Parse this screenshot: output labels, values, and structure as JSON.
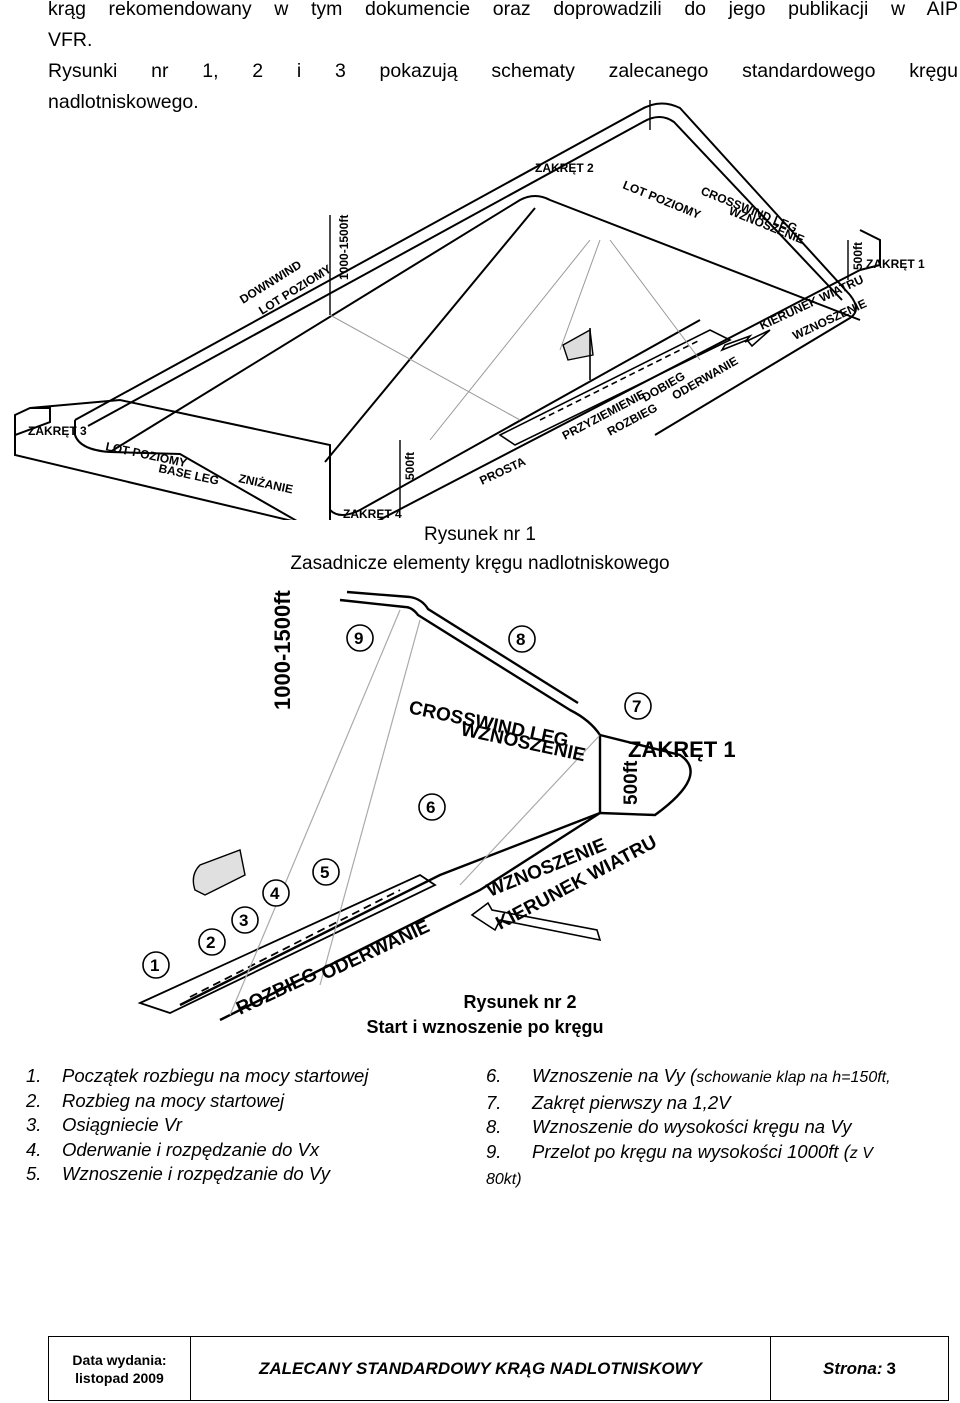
{
  "intro": {
    "line1": "krąg rekomendowany w tym dokumencie oraz doprowadzili do jego publikacji w AIP",
    "line2": "VFR.",
    "line3": "Rysunki nr 1, 2 i 3 pokazują schematy zalecanego standardowego kręgu",
    "line4": "nadlotniskowego."
  },
  "figure1": {
    "labels": {
      "zakret2": "ZAKRĘT 2",
      "lot_poziomy_top": "LOT POZIOMY",
      "crosswind_leg": "CROSSWIND LEG",
      "wznoszenie_top": "WZNOSZENIE",
      "alt_500_right": "500ft",
      "zakret1": "ZAKRĘT 1",
      "kierunek_wiatru": "KIERUNEK WIATRU",
      "wznoszenie_arrow": "WZNOSZENIE",
      "downwind": "DOWNWIND",
      "lot_poziomy_left": "LOT POZIOMY",
      "alt_1000_1500": "1000-1500ft",
      "dobieg": "DOBIEG",
      "oderwanie": "ODERWANIE",
      "przyziemienie": "PRZYZIEMIENIE",
      "rozbieg": "ROZBIEG",
      "zakret3": "ZAKRĘT 3",
      "lot_poziomy_base": "LOT POZIOMY",
      "base_leg": "BASE LEG",
      "znizanie": "ZNIŻANIE",
      "alt_500_bottom": "500ft",
      "prosta": "PROSTA",
      "zakret4": "ZAKRĘT 4"
    },
    "caption_line1": "Rysunek nr 1",
    "caption_line2": "Zasadnicze elementy kręgu nadlotniskowego"
  },
  "figure2": {
    "labels": {
      "alt_1000_1500": "1000-1500ft",
      "crosswind_leg": "CROSSWIND LEG",
      "wznoszenie_leg": "WZNOSZENIE",
      "zakret1": "ZAKRĘT 1",
      "alt_500": "500ft",
      "wznoszenie_arrow": "WZNOSZENIE",
      "kierunek_wiatru": "KIERUNEK WIATRU",
      "rozbieg": "ROZBIEG",
      "oderwanie": "ODERWANIE"
    },
    "markers": [
      "1",
      "2",
      "3",
      "4",
      "5",
      "6",
      "7",
      "8",
      "9"
    ],
    "caption_line1": "Rysunek nr 2",
    "caption_line2": "Start i wznoszenie po kręgu"
  },
  "legend": {
    "left": [
      {
        "num": "1.",
        "text": "Początek rozbiegu na mocy startowej"
      },
      {
        "num": "2.",
        "text": "Rozbieg na mocy startowej"
      },
      {
        "num": "3.",
        "text": "Osiągniecie Vr"
      },
      {
        "num": "4.",
        "text": "Oderwanie i rozpędzanie do Vx"
      },
      {
        "num": "5.",
        "text": "Wznoszenie i rozpędzanie do Vy"
      }
    ],
    "right": [
      {
        "num": "6.",
        "text": "Wznoszenie na Vy (",
        "small": "schowanie klap na h=150ft,"
      },
      {
        "num": "7.",
        "text": "Zakręt pierwszy na 1,2V"
      },
      {
        "num": "8.",
        "text": "Wznoszenie do wysokości kręgu na Vy"
      },
      {
        "num": "9.",
        "text": "Przelot po kręgu na wysokości 1000ft (",
        "small": "z V"
      }
    ],
    "right_tail": "80kt)"
  },
  "footer": {
    "date_label": "Data wydania:",
    "date_value": "listopad 2009",
    "title": "ZALECANY STANDARDOWY KRĄG NADLOTNISKOWY",
    "page_label": "Strona: ",
    "page_number": "3"
  }
}
